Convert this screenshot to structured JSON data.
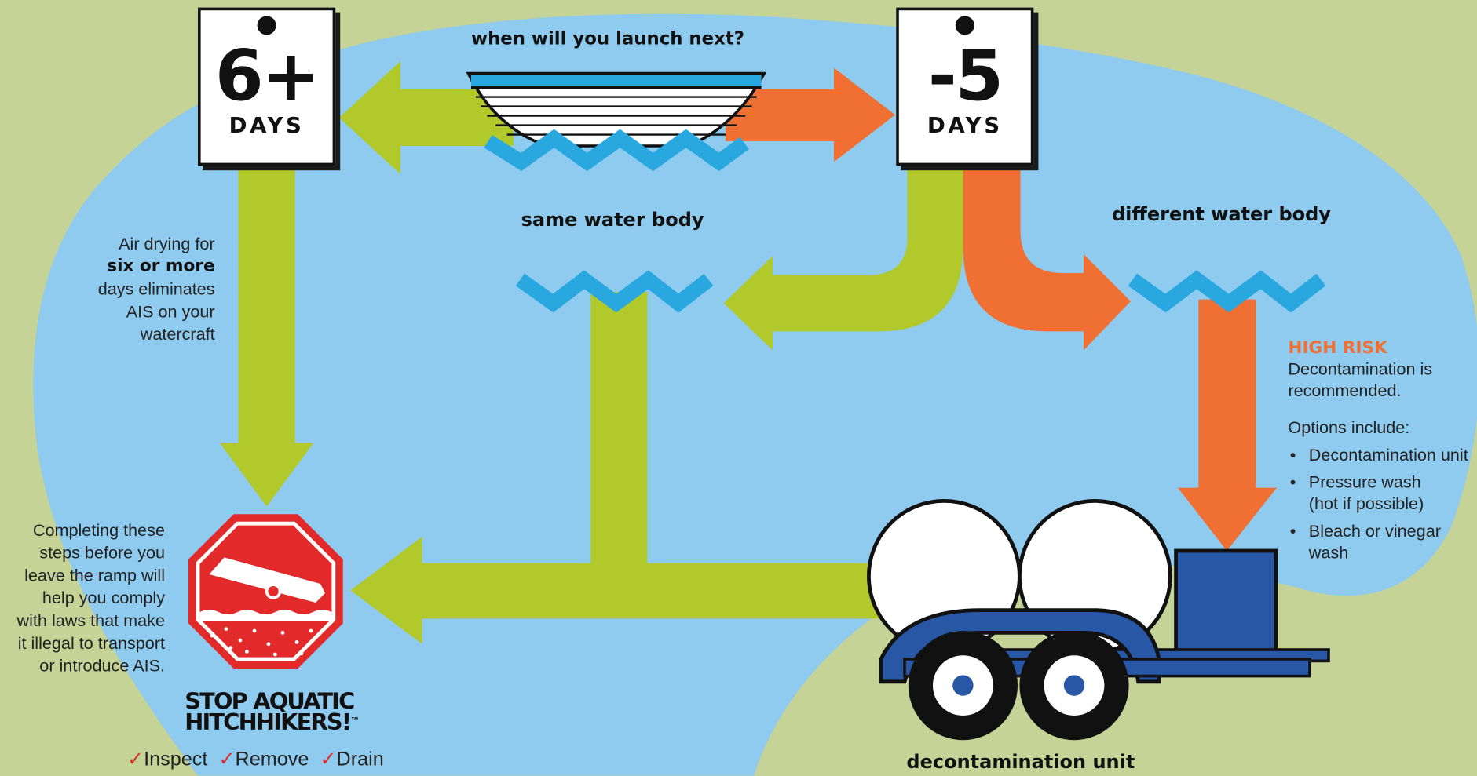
{
  "header": {
    "question": "when will you launch next?"
  },
  "cards": {
    "left": {
      "value": "6+",
      "unit": "DAYS"
    },
    "right": {
      "value": "-5",
      "unit": "DAYS"
    }
  },
  "labels": {
    "same_water": "same water body",
    "different_water": "different water body",
    "decon_unit": "decontamination unit"
  },
  "air_drying": {
    "line1": "Air drying for",
    "bold": "six or more",
    "line3": "days eliminates",
    "line4": "AIS on your",
    "line5": "watercraft"
  },
  "compliance": {
    "lines": [
      "Completing these",
      "steps before you",
      "leave the ramp will",
      "help you comply",
      "with laws that make",
      "it illegal to transport",
      "or introduce AIS."
    ]
  },
  "high_risk": {
    "title": "HIGH RISK",
    "line1": "Decontamination is",
    "line2": "recommended.",
    "options_label": "Options include:",
    "options": [
      "Decontamination unit",
      "Pressure wash",
      "(hot if possible)",
      "Bleach or vinegar",
      "wash"
    ]
  },
  "stop_logo": {
    "line1": "STOP AQUATIC",
    "line2": "HITCHHIKERS!",
    "tm": "™",
    "checks": [
      "Inspect",
      "Remove",
      "Drain"
    ],
    "check_mark": "✓"
  },
  "colors": {
    "background": "#c5d396",
    "water": "#8ecbee",
    "green_arrow": "#b1c92a",
    "orange_arrow": "#f07033",
    "wave": "#29a8e0",
    "stop_red": "#e32a2a",
    "trailer_blue": "#2757a5"
  }
}
